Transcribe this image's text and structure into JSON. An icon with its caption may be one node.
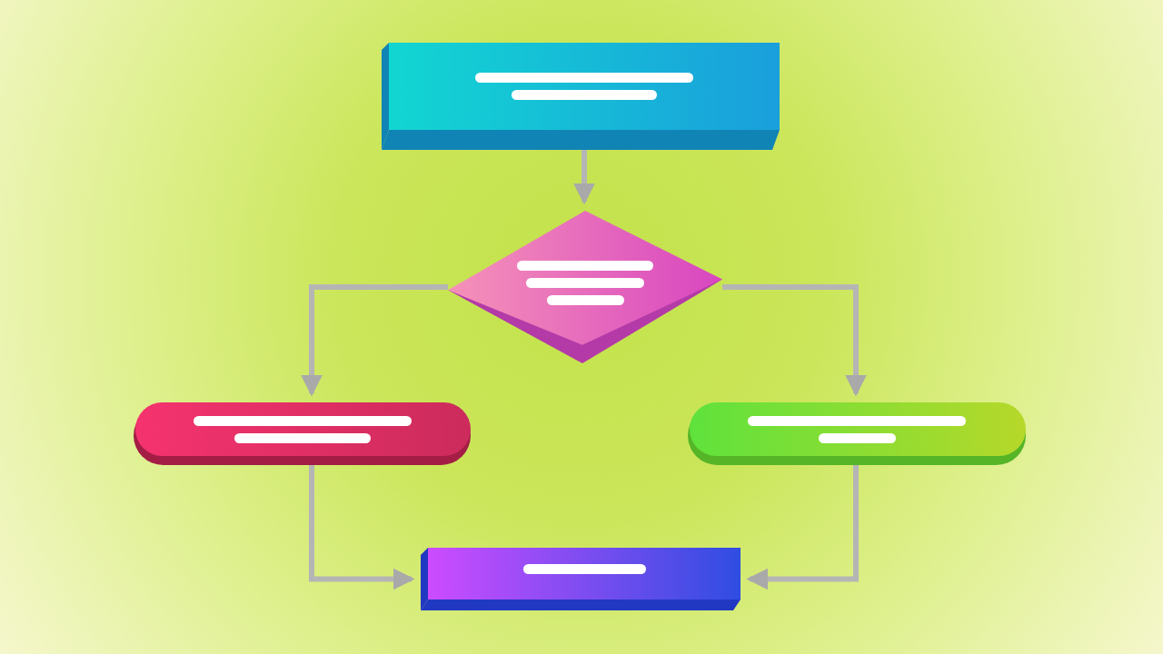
{
  "diagram": {
    "nodes": [
      {
        "text": [],
        "shape": "box"
      },
      {
        "text": [],
        "shape": "diamond"
      },
      {
        "text": [],
        "shape": "bar"
      },
      {
        "text": [],
        "shape": "bar"
      },
      {
        "text": [],
        "shape": "box"
      }
    ],
    "edges": [
      {
        "from": 0,
        "to": 1,
        "arrow": "to"
      },
      {
        "from": 1,
        "to": 2,
        "arrow": "to"
      },
      {
        "from": 1,
        "to": 3,
        "arrow": "to"
      },
      {
        "from": 2,
        "to": 4,
        "arrow": "to"
      },
      {
        "from": 3,
        "to": 4,
        "arrow": "to"
      }
    ]
  }
}
